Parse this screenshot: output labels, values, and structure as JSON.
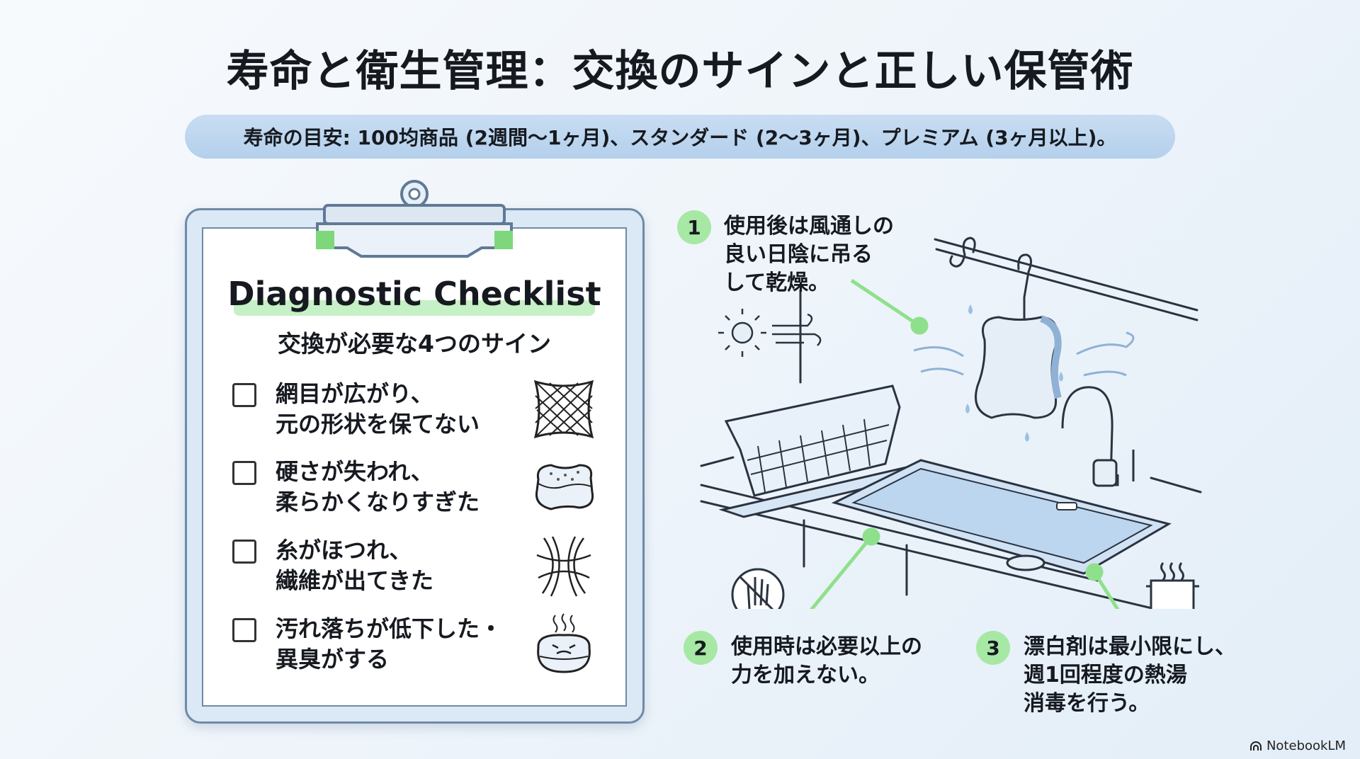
{
  "title": "寿命と衛生管理：交換のサインと正しい保管術",
  "banner": "寿命の目安: 100均商品 (2週間〜1ヶ月)、スタンダード (2〜3ヶ月)、プレミアム (3ヶ月以上)。",
  "checklist": {
    "title": "Diagnostic Checklist",
    "subtitle": "交換が必要な4つのサイン",
    "items": [
      {
        "line1": "網目が広がり、",
        "line2": "元の形状を保てない",
        "icon": "stretched-mesh-icon"
      },
      {
        "line1": "硬さが失われ、",
        "line2": "柔らかくなりすぎた",
        "icon": "soft-sponge-icon"
      },
      {
        "line1": "糸がほつれ、",
        "line2": "繊維が出てきた",
        "icon": "frayed-fibers-icon"
      },
      {
        "line1": "汚れ落ちが低下した・",
        "line2": "異臭がする",
        "icon": "smelly-sponge-icon"
      }
    ]
  },
  "steps": [
    {
      "num": "1",
      "lines": [
        "使用後は風通しの",
        "良い日陰に吊る",
        "して乾燥。"
      ]
    },
    {
      "num": "2",
      "lines": [
        "使用時は必要以上の",
        "力を加えない。"
      ]
    },
    {
      "num": "3",
      "lines": [
        "漂白剤は最小限にし、",
        "週1回程度の熱湯",
        "消毒を行う。"
      ]
    }
  ],
  "logo": "NotebookLM",
  "colors": {
    "accent": "#a6e8a4",
    "banner": "#bcd5ee",
    "line": "#8fe08c"
  }
}
